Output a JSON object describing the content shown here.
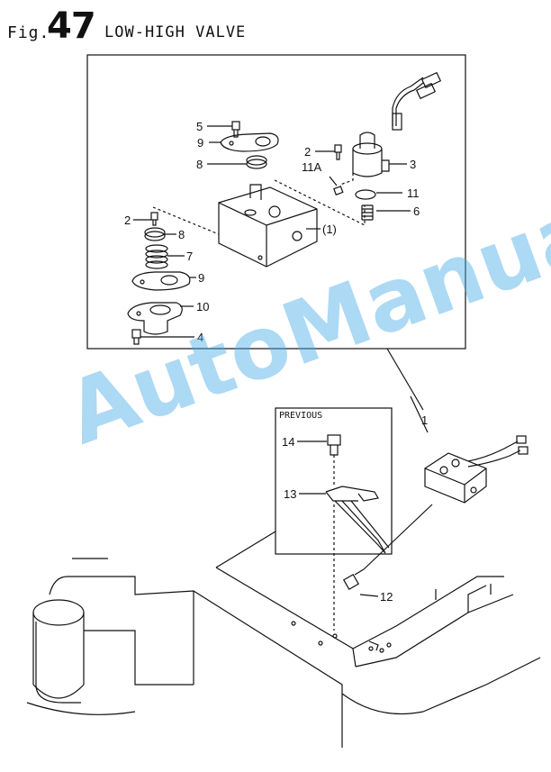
{
  "header": {
    "fig_prefix": "Fig.",
    "fig_number": "47",
    "title": "LOW-HIGH VALVE"
  },
  "inset": {
    "label": "PREVIOUS"
  },
  "callouts": {
    "c5": "5",
    "c9a": "9",
    "c8a": "8",
    "c2a": "2",
    "c11a": "11A",
    "c3": "3",
    "c11": "11",
    "c6": "6",
    "c2b": "2",
    "c8b": "8",
    "c7": "7",
    "c9b": "9",
    "c10": "10",
    "c4": "4",
    "c1_detail": "(1)",
    "c1": "1",
    "c14": "14",
    "c13": "13",
    "c12": "12"
  },
  "watermark": "AutoManual",
  "colors": {
    "watermark": "#46aae6",
    "line": "#111111"
  }
}
